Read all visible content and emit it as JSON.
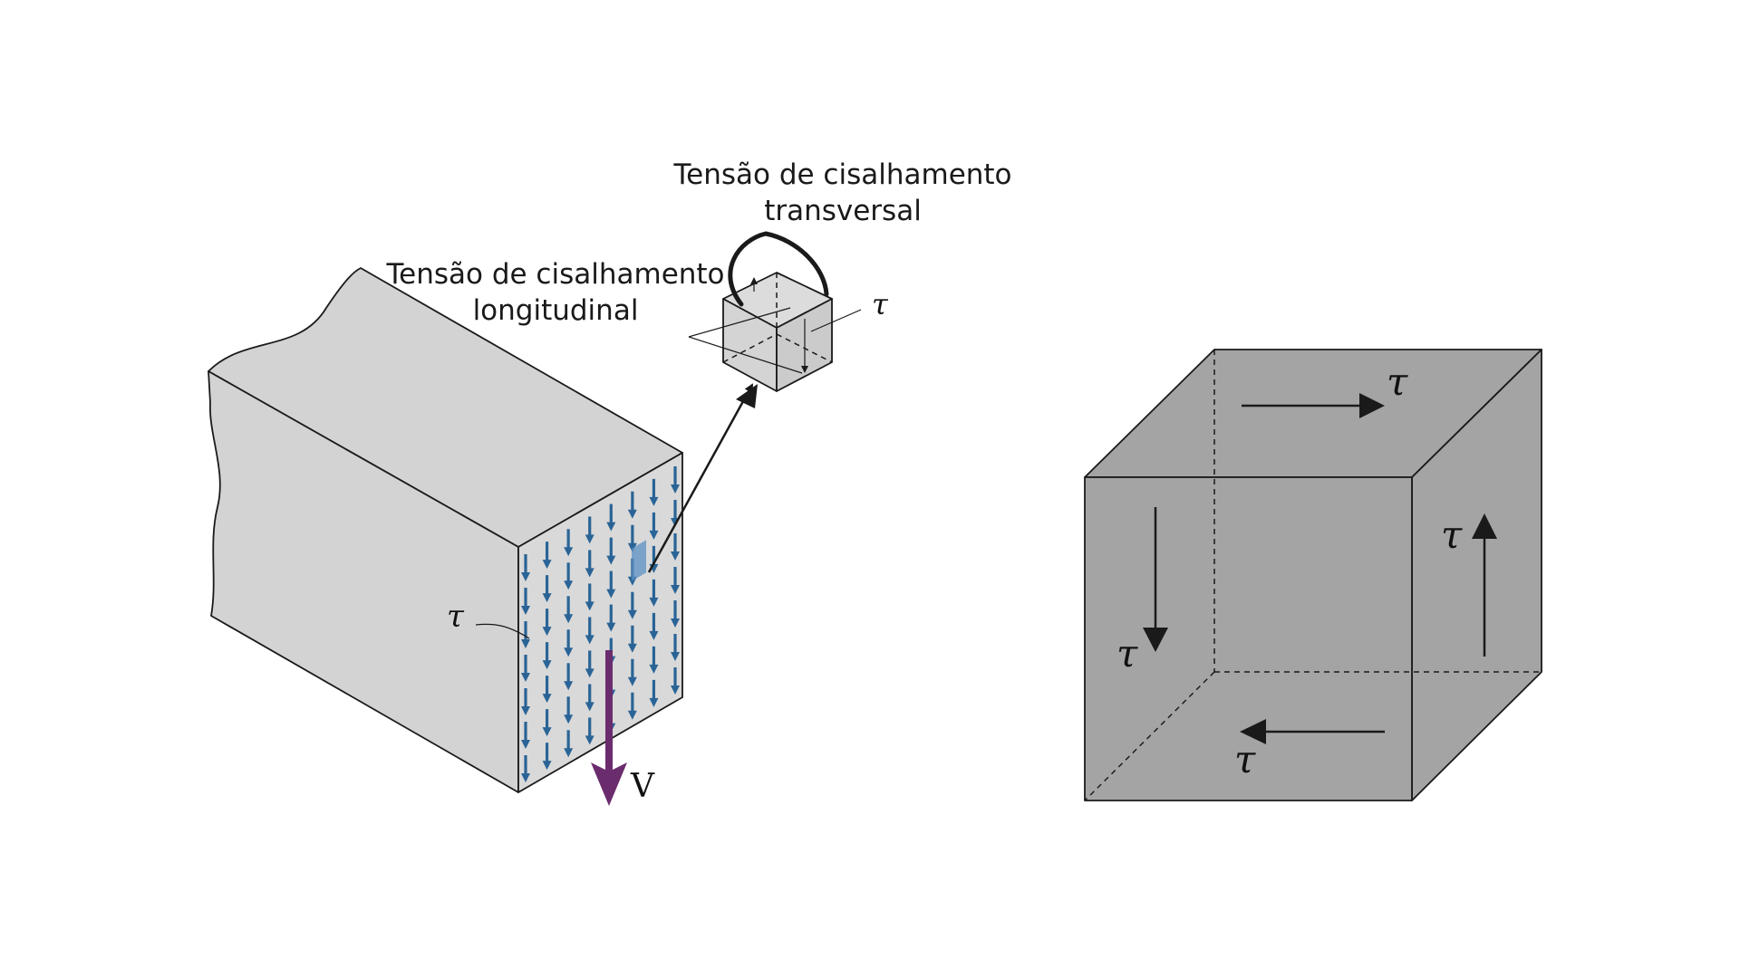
{
  "labels": {
    "transverse_line1": "Tensão de cisalhamento",
    "transverse_line2": "transversal",
    "longitudinal_line1": "Tensão de cisalhamento",
    "longitudinal_line2": "longitudinal",
    "tau": "τ",
    "shear_force": "V"
  },
  "colors": {
    "beam_face": "#d3d3d3",
    "section_face": "#d9d9d9",
    "stress_arrow": "#2a6496",
    "shear_force_arrow": "#6b2c6e",
    "highlight_element": "#5b8fc2",
    "cube_face": "#a4a4a4",
    "small_cube_face": "#d8d8d8",
    "outline": "#1a1a1a"
  },
  "icons": {
    "stress_arrow": "arrow-down-icon",
    "shear_force": "arrow-down-icon",
    "rotation": "curved-arrow-icon"
  }
}
